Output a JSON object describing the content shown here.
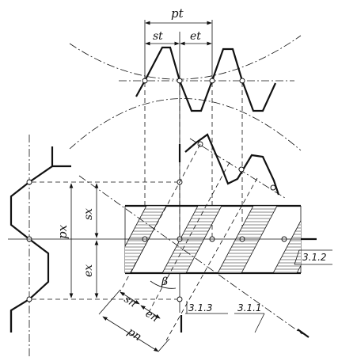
{
  "labels": {
    "pt": "pt",
    "st": "st",
    "et": "et",
    "px": "px",
    "sx": "sx",
    "ex": "ex",
    "sn": "sn",
    "en": "en",
    "pn": "pn",
    "beta": "β"
  },
  "references": {
    "r312": "3.1.2",
    "r313": "3.1.3",
    "r311": "3.1.1"
  }
}
